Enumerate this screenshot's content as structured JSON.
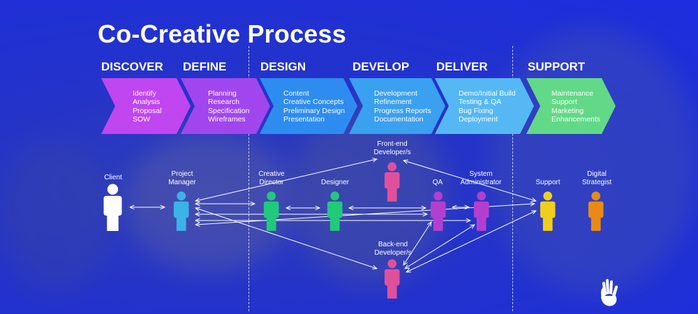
{
  "title": "Co-Creative Process",
  "phases": [
    {
      "name": "DISCOVER",
      "color": "#c046f0",
      "items": [
        "Identify",
        "Analysis",
        "Proposal",
        "SOW"
      ]
    },
    {
      "name": "DEFINE",
      "color": "#a146ee",
      "items": [
        "Planning",
        "Research",
        "Specification",
        "Wireframes"
      ]
    },
    {
      "name": "DESIGN",
      "color": "#2e8cf0",
      "items": [
        "Content",
        "Creative Concepts",
        "Preliminary Design",
        "Presentation"
      ]
    },
    {
      "name": "DEVELOP",
      "color": "#3aa0f0",
      "items": [
        "Development",
        "Refinement",
        "Progress Reports",
        "Documentation"
      ]
    },
    {
      "name": "DELIVER",
      "color": "#55b8f4",
      "items": [
        "Demo/Initial Build",
        "Testing & QA",
        "Bug Fixing",
        "Deployment"
      ]
    },
    {
      "name": "SUPPORT",
      "color": "#62d986",
      "items": [
        "Maintenance",
        "Support",
        "Marketing",
        "Enhancements"
      ]
    }
  ],
  "roles": [
    {
      "id": "client",
      "label": [
        "Client"
      ],
      "color": "#ffffff"
    },
    {
      "id": "pm",
      "label": [
        "Project",
        "Manager"
      ],
      "color": "#3bb3e8"
    },
    {
      "id": "cd",
      "label": [
        "Creative",
        "Director"
      ],
      "color": "#21c97a"
    },
    {
      "id": "designer",
      "label": [
        "Designer"
      ],
      "color": "#21c97a"
    },
    {
      "id": "fe",
      "label": [
        "Front-end",
        "Developer/s"
      ],
      "color": "#e0509a"
    },
    {
      "id": "qa",
      "label": [
        "QA"
      ],
      "color": "#b33fcf"
    },
    {
      "id": "sa",
      "label": [
        "System",
        "Administrator"
      ],
      "color": "#b33fcf"
    },
    {
      "id": "be",
      "label": [
        "Back-end",
        "Developer/s"
      ],
      "color": "#e0509a"
    },
    {
      "id": "support",
      "label": [
        "Support"
      ],
      "color": "#f0cf1a"
    },
    {
      "id": "ds",
      "label": [
        "Digital",
        "Strategist"
      ],
      "color": "#e98a17"
    }
  ],
  "icons": {
    "logo": "hand-wave-icon",
    "person": "person-icon"
  }
}
